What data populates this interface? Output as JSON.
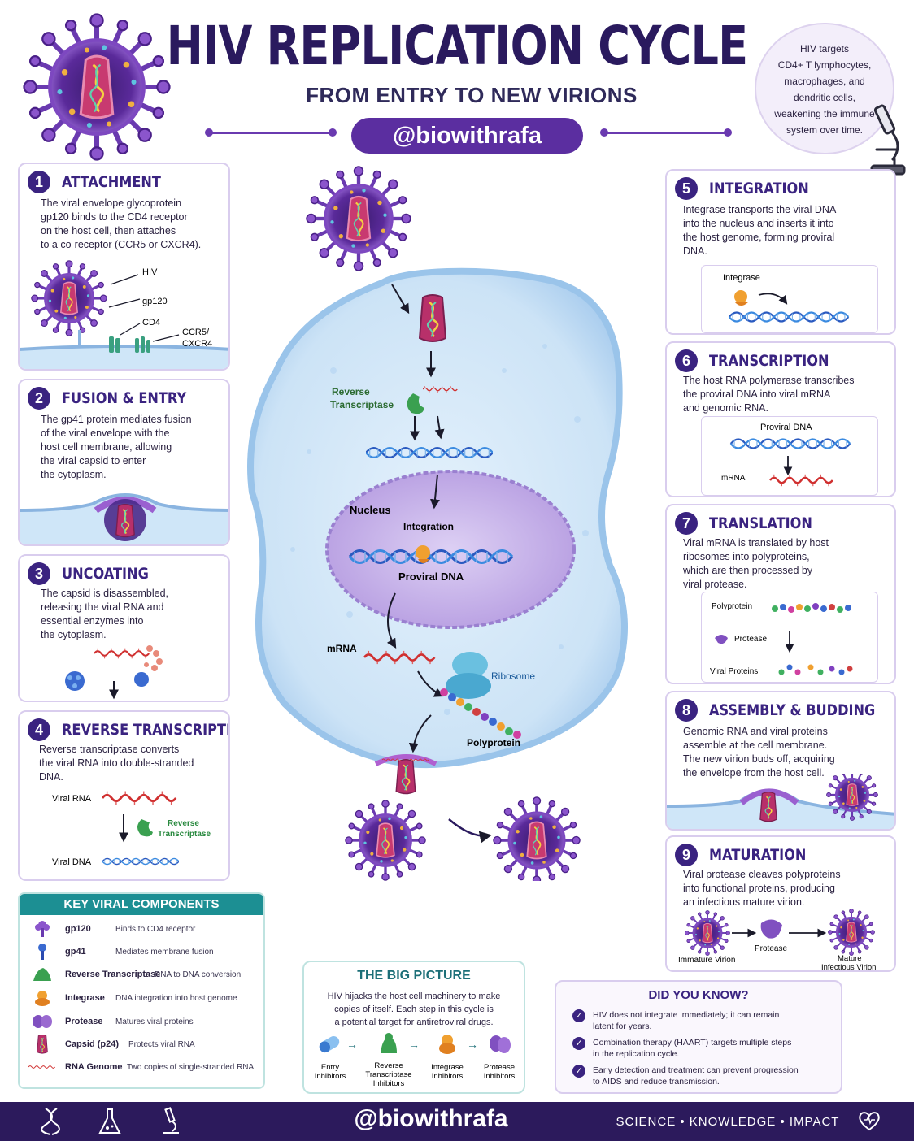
{
  "header": {
    "title": "HIV REPLICATION CYCLE",
    "subtitle": "FROM ENTRY TO NEW VIRIONS",
    "handle": "@biowithrafa",
    "target_note": [
      "HIV targets",
      "CD4+ T lymphocytes,",
      "macrophages, and",
      "dendritic cells,",
      "weakening the immune",
      "system over time."
    ]
  },
  "steps": {
    "s1": {
      "num": "1",
      "title": "ATTACHMENT",
      "text": [
        "The viral envelope glycoprotein",
        "gp120 binds to the CD4 receptor",
        "on the host cell, then attaches",
        "to a co-receptor (CCR5 or CXCR4)."
      ],
      "labels": {
        "hiv": "HIV",
        "gp120": "gp120",
        "cd4": "CD4",
        "ccr5": "CCR5/",
        "cxcr4": "CXCR4"
      }
    },
    "s2": {
      "num": "2",
      "title": "FUSION & ENTRY",
      "text": [
        "The gp41 protein mediates fusion",
        "of the viral envelope with the",
        "host cell membrane, allowing",
        "the viral capsid to enter",
        "the cytoplasm."
      ]
    },
    "s3": {
      "num": "3",
      "title": "UNCOATING",
      "text": [
        "The capsid is disassembled,",
        "releasing the viral RNA and",
        "essential enzymes into",
        "the cytoplasm."
      ]
    },
    "s4": {
      "num": "4",
      "title": "REVERSE TRANSCRIPTION",
      "text": [
        "Reverse transcriptase converts",
        "the viral RNA into double-stranded",
        "DNA."
      ],
      "labels": {
        "viral_rna": "Viral RNA",
        "rt1": "Reverse",
        "rt2": "Transcriptase",
        "viral_dna": "Viral DNA"
      }
    },
    "s5": {
      "num": "5",
      "title": "INTEGRATION",
      "text": [
        "Integrase transports the viral DNA",
        "into the nucleus and inserts it into",
        "the host genome, forming proviral",
        "DNA."
      ],
      "labels": {
        "integrase": "Integrase"
      }
    },
    "s6": {
      "num": "6",
      "title": "TRANSCRIPTION",
      "text": [
        "The host RNA polymerase transcribes",
        "the proviral DNA into viral mRNA",
        "and genomic RNA."
      ],
      "labels": {
        "proviral": "Proviral DNA",
        "mrna": "mRNA"
      }
    },
    "s7": {
      "num": "7",
      "title": "TRANSLATION",
      "text": [
        "Viral mRNA is translated by host",
        "ribosomes into polyproteins,",
        "which are then processed by",
        "viral protease."
      ],
      "labels": {
        "polyprotein": "Polyprotein",
        "protease": "Protease",
        "viral_proteins": "Viral Proteins"
      }
    },
    "s8": {
      "num": "8",
      "title": "ASSEMBLY & BUDDING",
      "text": [
        "Genomic RNA and viral proteins",
        "assemble at the cell membrane.",
        "The new virion buds off, acquiring",
        "the envelope from the host cell."
      ]
    },
    "s9": {
      "num": "9",
      "title": "MATURATION",
      "text": [
        "Viral protease cleaves polyproteins",
        "into functional proteins, producing",
        "an infectious mature virion."
      ],
      "labels": {
        "immature": "Immature Virion",
        "protease": "Protease",
        "mature1": "Mature",
        "mature2": "Infectious Virion"
      }
    }
  },
  "cell": {
    "rt1": "Reverse",
    "rt2": "Transcriptase",
    "nucleus": "Nucleus",
    "integration": "Integration",
    "proviral": "Proviral DNA",
    "mrna": "mRNA",
    "ribosome": "Ribosome",
    "polyprotein": "Polyprotein"
  },
  "key_components": {
    "title": "KEY VIRAL COMPONENTS",
    "items": [
      {
        "name": "gp120",
        "desc": "Binds to CD4 receptor",
        "icon": "gp120-icon"
      },
      {
        "name": "gp41",
        "desc": "Mediates membrane fusion",
        "icon": "gp41-icon"
      },
      {
        "name": "Reverse Transcriptase",
        "desc": "RNA to DNA conversion",
        "icon": "reverse-transcriptase-icon"
      },
      {
        "name": "Integrase",
        "desc": "DNA integration into host genome",
        "icon": "integrase-icon"
      },
      {
        "name": "Protease",
        "desc": "Matures viral proteins",
        "icon": "protease-icon"
      },
      {
        "name": "Capsid (p24)",
        "desc": "Protects viral RNA",
        "icon": "capsid-icon"
      },
      {
        "name": "RNA Genome",
        "desc": "Two copies of single-stranded RNA",
        "icon": "rna-genome-icon"
      }
    ]
  },
  "big_picture": {
    "title": "THE BIG PICTURE",
    "text": [
      "HIV hijacks the host cell machinery to make",
      "copies of itself. Each step in this cycle is",
      "a potential target for antiretroviral drugs."
    ],
    "drugs": [
      {
        "l1": "Entry",
        "l2": "Inhibitors",
        "l3": ""
      },
      {
        "l1": "Reverse",
        "l2": "Transcriptase",
        "l3": "Inhibitors"
      },
      {
        "l1": "Integrase",
        "l2": "Inhibitors",
        "l3": ""
      },
      {
        "l1": "Protease",
        "l2": "Inhibitors",
        "l3": ""
      }
    ]
  },
  "did_you_know": {
    "title": "DID YOU KNOW?",
    "facts": [
      {
        "l1": "HIV does not integrate immediately; it can remain",
        "l2": "latent for years."
      },
      {
        "l1": "Combination therapy (HAART) targets multiple steps",
        "l2": "in the replication cycle."
      },
      {
        "l1": "Early detection and treatment can prevent progression",
        "l2": "to AIDS and reduce transmission."
      }
    ]
  },
  "footer": {
    "handle": "@biowithrafa",
    "tagline": "SCIENCE  •  KNOWLEDGE  •  IMPACT"
  },
  "colors": {
    "purple_dark": "#3a2380",
    "purple": "#6a3ab0",
    "teal": "#1c8f93",
    "footer": "#2c1a5c",
    "cell": "#cfe6f8",
    "nucleus": "#c9b8ea"
  }
}
